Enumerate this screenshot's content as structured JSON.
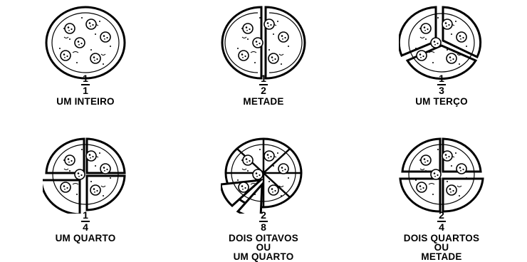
{
  "items": [
    {
      "id": "whole",
      "numerator": "1",
      "denominator": "1",
      "caption": [
        "UM INTEIRO"
      ]
    },
    {
      "id": "half",
      "numerator": "1",
      "denominator": "2",
      "caption": [
        "METADE"
      ]
    },
    {
      "id": "third",
      "numerator": "1",
      "denominator": "3",
      "caption": [
        "UM TERÇO"
      ]
    },
    {
      "id": "quarter",
      "numerator": "1",
      "denominator": "4",
      "caption": [
        "UM QUARTO"
      ]
    },
    {
      "id": "two-eighths",
      "numerator": "2",
      "denominator": "8",
      "caption": [
        "DOIS OITAVOS",
        "OU",
        "UM QUARTO"
      ]
    },
    {
      "id": "two-quarters",
      "numerator": "2",
      "denominator": "4",
      "caption": [
        "DOIS QUARTOS",
        "OU",
        "METADE"
      ]
    }
  ],
  "colors": {
    "ink": "#000000",
    "paper": "#ffffff"
  }
}
